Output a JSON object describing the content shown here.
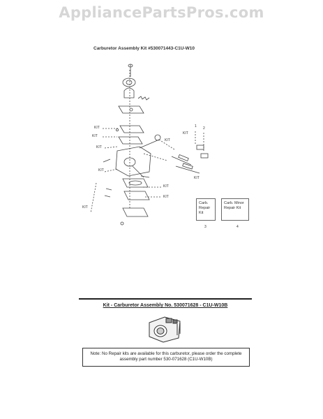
{
  "watermark": "AppliancePartsPros.com",
  "diagram": {
    "title": "Carburetor Assembly Kit #530071443-C1U-W10",
    "kit_labels": [
      "KIT",
      "KIT",
      "KIT",
      "KIT",
      "KIT",
      "KIT",
      "KIT",
      "KIT",
      "KIT",
      "KIT"
    ],
    "callouts": [
      "1",
      "2",
      "3",
      "4"
    ],
    "boxes": [
      {
        "text": "Carb. Repair Kit"
      },
      {
        "text": "Carb. Minor Repair Kit"
      }
    ]
  },
  "kit_section": {
    "heading": "Kit - Carburetor Assembly No. 530071628 - C1U-W10B",
    "note": "Note: No Repair kits are available for this carburetor, please order the complete assembly part number 530-071628 (C1U-W10B)"
  }
}
